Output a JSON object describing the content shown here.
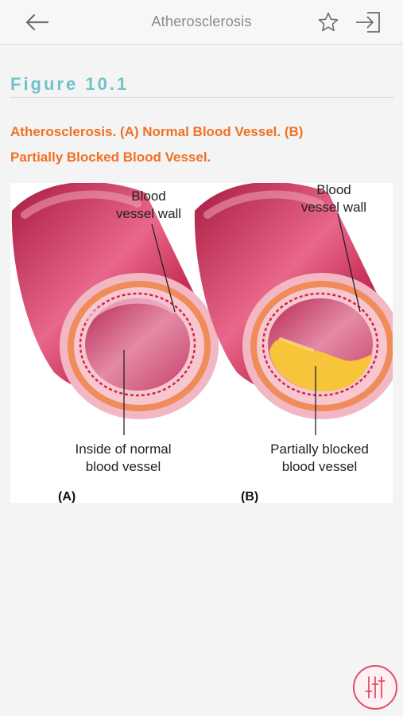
{
  "nav": {
    "title": "Atherosclerosis",
    "back_icon": "arrow-left-icon",
    "favorite_icon": "star-outline-icon",
    "exit_icon": "sign-in-exit-icon"
  },
  "figure": {
    "heading": "Figure 10.1",
    "caption_line1": "Atherosclerosis. (A) Normal Blood Vessel. (B)",
    "caption_line2": "Partially Blocked Blood Vessel.",
    "panel_a": {
      "label": "(A)",
      "wall_label_line1": "Blood",
      "wall_label_line2": "vessel wall",
      "inside_label_line1": "Inside of normal",
      "inside_label_line2": "blood vessel"
    },
    "panel_b": {
      "label": "(B)",
      "wall_label_line1": "Blood",
      "wall_label_line2": "vessel wall",
      "inside_label_line1": "Partially blocked",
      "inside_label_line2": "blood vessel"
    }
  },
  "colors": {
    "accent_teal": "#6fc3c8",
    "accent_orange": "#f07122",
    "vessel_red": "#c8284e",
    "plaque_yellow": "#f7c43a",
    "fab_pink": "#e24d6a"
  },
  "fab": {
    "icon": "sliders-icon"
  }
}
